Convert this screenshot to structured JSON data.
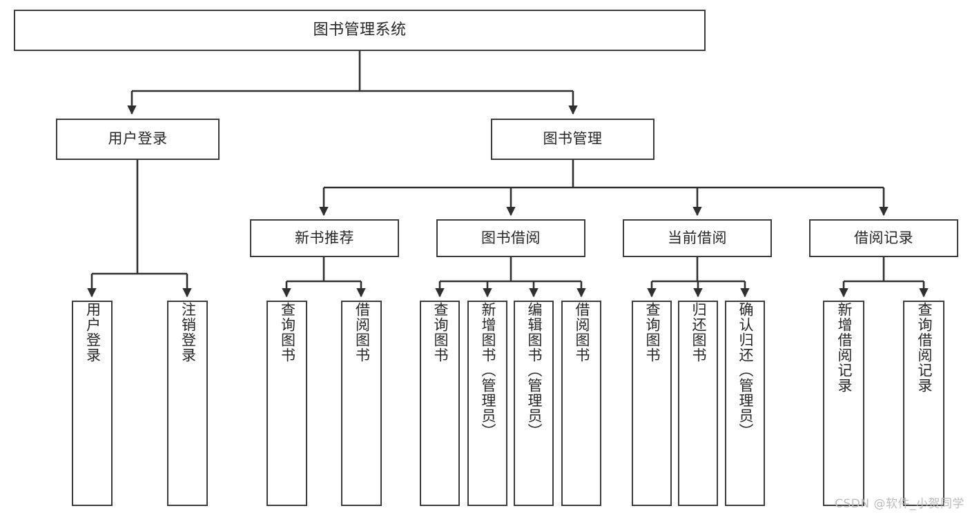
{
  "diagram": {
    "title": "图书管理系统",
    "type": "tree-hierarchy-chart",
    "watermark": "CSDN @软件_小贺同学",
    "colors": {
      "box_border": "#3b3b3b",
      "box_fill": "#ffffff",
      "edge": "#2f2f2f",
      "text": "#262626",
      "watermark": "#bcbcbc"
    },
    "nodes": {
      "root": {
        "label": "图书管理系统"
      },
      "level2": [
        {
          "id": "user-login",
          "label": "用户登录"
        },
        {
          "id": "book-manage",
          "label": "图书管理"
        }
      ],
      "level3": [
        {
          "id": "new-book-recommend",
          "label": "新书推荐"
        },
        {
          "id": "book-borrow",
          "label": "图书借阅"
        },
        {
          "id": "current-borrow",
          "label": "当前借阅"
        },
        {
          "id": "borrow-record",
          "label": "借阅记录"
        }
      ],
      "leaves": {
        "user-login": [
          {
            "id": "leaf-user-login",
            "label": "用户登录"
          },
          {
            "id": "leaf-logout-login",
            "label": "注销登录"
          }
        ],
        "new-book-recommend": [
          {
            "id": "leaf-query-book-1",
            "label": "查询图书"
          },
          {
            "id": "leaf-borrow-book-1",
            "label": "借阅图书"
          }
        ],
        "book-borrow": [
          {
            "id": "leaf-query-book-2",
            "label": "查询图书"
          },
          {
            "id": "leaf-add-book",
            "label": "新增图书（管理员）"
          },
          {
            "id": "leaf-edit-book",
            "label": "编辑图书（管理员）"
          },
          {
            "id": "leaf-borrow-book-2",
            "label": "借阅图书"
          }
        ],
        "current-borrow": [
          {
            "id": "leaf-query-book-3",
            "label": "查询图书"
          },
          {
            "id": "leaf-return-book",
            "label": "归还图书"
          },
          {
            "id": "leaf-confirm-return",
            "label": "确认归还（管理员）"
          }
        ],
        "borrow-record": [
          {
            "id": "leaf-add-record",
            "label": "新增借阅记录"
          },
          {
            "id": "leaf-query-record",
            "label": "查询借阅记录"
          }
        ]
      }
    }
  }
}
